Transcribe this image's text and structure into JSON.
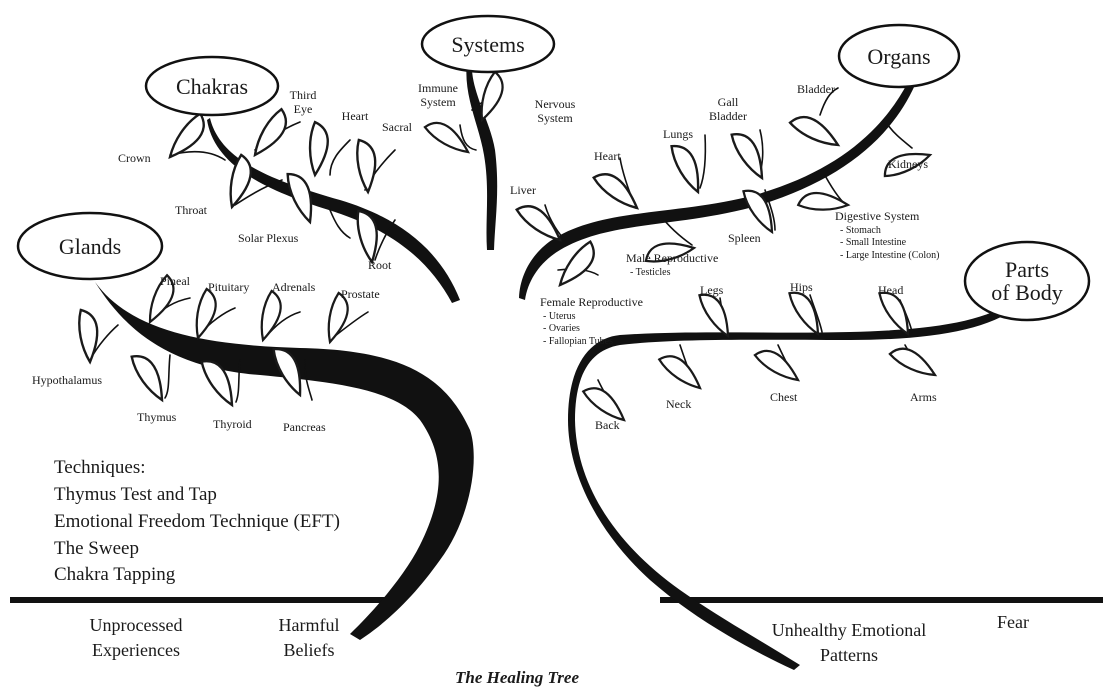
{
  "categories": {
    "systems": "Systems",
    "chakras": "Chakras",
    "organs": "Organs",
    "glands": "Glands",
    "parts_line1": "Parts",
    "parts_line2": "of Body"
  },
  "systems_leaves": {
    "immune_1": "Immune",
    "immune_2": "System",
    "nervous_1": "Nervous",
    "nervous_2": "System"
  },
  "chakra_leaves": {
    "crown": "Crown",
    "third_eye_1": "Third",
    "third_eye_2": "Eye",
    "heart": "Heart",
    "sacral": "Sacral",
    "throat": "Throat",
    "solar_plexus": "Solar Plexus",
    "root": "Root"
  },
  "organ_leaves": {
    "bladder": "Bladder",
    "gall_1": "Gall",
    "gall_2": "Bladder",
    "lungs": "Lungs",
    "heart": "Heart",
    "kidneys": "Kidneys",
    "liver": "Liver",
    "spleen": "Spleen",
    "digestive_title": "Digestive System",
    "digestive_items": [
      "- Stomach",
      "- Small Intestine",
      "- Large Intestine (Colon)"
    ],
    "male_title": "Male Reproductive",
    "male_items": [
      "- Testicles"
    ],
    "female_title": "Female Reproductive",
    "female_items": [
      "- Uterus",
      "- Ovaries",
      "- Fallopian Tubes"
    ]
  },
  "gland_leaves": {
    "pineal": "Pineal",
    "pituitary": "Pituitary",
    "adrenals": "Adrenals",
    "prostate": "Prostate",
    "hypothalamus": "Hypothalamus",
    "thymus": "Thymus",
    "thyroid": "Thyroid",
    "pancreas": "Pancreas"
  },
  "body_leaves": {
    "legs": "Legs",
    "hips": "Hips",
    "head": "Head",
    "back": "Back",
    "neck": "Neck",
    "chest": "Chest",
    "arms": "Arms"
  },
  "techniques": {
    "heading": "Techniques:",
    "items": [
      "Thymus Test and Tap",
      "Emotional Freedom Technique (EFT)",
      "The Sweep",
      "Chakra Tapping"
    ]
  },
  "roots": {
    "unprocessed_1": "Unprocessed",
    "unprocessed_2": "Experiences",
    "harmful_1": "Harmful",
    "harmful_2": "Beliefs",
    "unhealthy_1": "Unhealthy Emotional",
    "unhealthy_2": "Patterns",
    "fear": "Fear"
  },
  "caption": "The Healing Tree"
}
